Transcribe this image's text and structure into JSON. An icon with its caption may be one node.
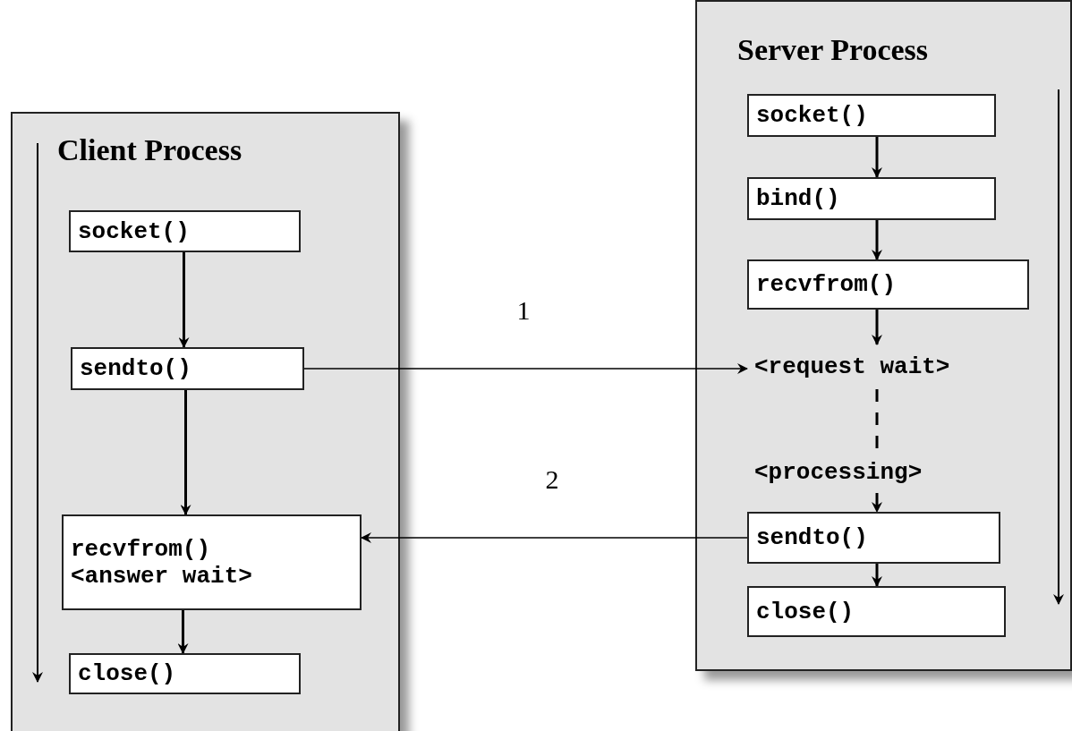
{
  "diagram": {
    "nodes": [
      {
        "text": [
          "Client Process"
        ]
      },
      {
        "text": [
          "socket()"
        ],
        "in": 0
      },
      {
        "text": [
          "sendto()"
        ],
        "in": 0
      },
      {
        "text": [
          "recvfrom()",
          "<answer wait>"
        ],
        "in": 0
      },
      {
        "text": [
          "close()"
        ],
        "in": 0
      },
      {
        "text": [
          "Server Process"
        ]
      },
      {
        "text": [
          "socket()"
        ],
        "in": 5
      },
      {
        "text": [
          "bind()"
        ],
        "in": 5
      },
      {
        "text": [
          "recvfrom()"
        ],
        "in": 5
      },
      {
        "text": [
          "<request wait>"
        ],
        "in": 5
      },
      {
        "text": [
          "<processing>"
        ],
        "in": 5
      },
      {
        "text": [
          "sendto()"
        ],
        "in": 5
      },
      {
        "text": [
          "close()"
        ],
        "in": 5
      }
    ],
    "edges": [
      {
        "from": 1,
        "to": 2,
        "arrow": "to"
      },
      {
        "from": 2,
        "to": 3,
        "arrow": "to"
      },
      {
        "from": 3,
        "to": 4,
        "arrow": "to"
      },
      {
        "from": 6,
        "to": 7,
        "arrow": "to"
      },
      {
        "from": 7,
        "to": 8,
        "arrow": "to"
      },
      {
        "from": 8,
        "to": 9,
        "arrow": "to"
      },
      {
        "from": 9,
        "to": 10,
        "arrow": "none",
        "style": "dashed"
      },
      {
        "from": 10,
        "to": 11,
        "arrow": "to",
        "style": "dashed"
      },
      {
        "from": 11,
        "to": 12,
        "arrow": "to"
      },
      {
        "from": 2,
        "to": 9,
        "arrow": "to",
        "label": "1"
      },
      {
        "from": 11,
        "to": 3,
        "arrow": "to",
        "label": "2"
      }
    ]
  }
}
